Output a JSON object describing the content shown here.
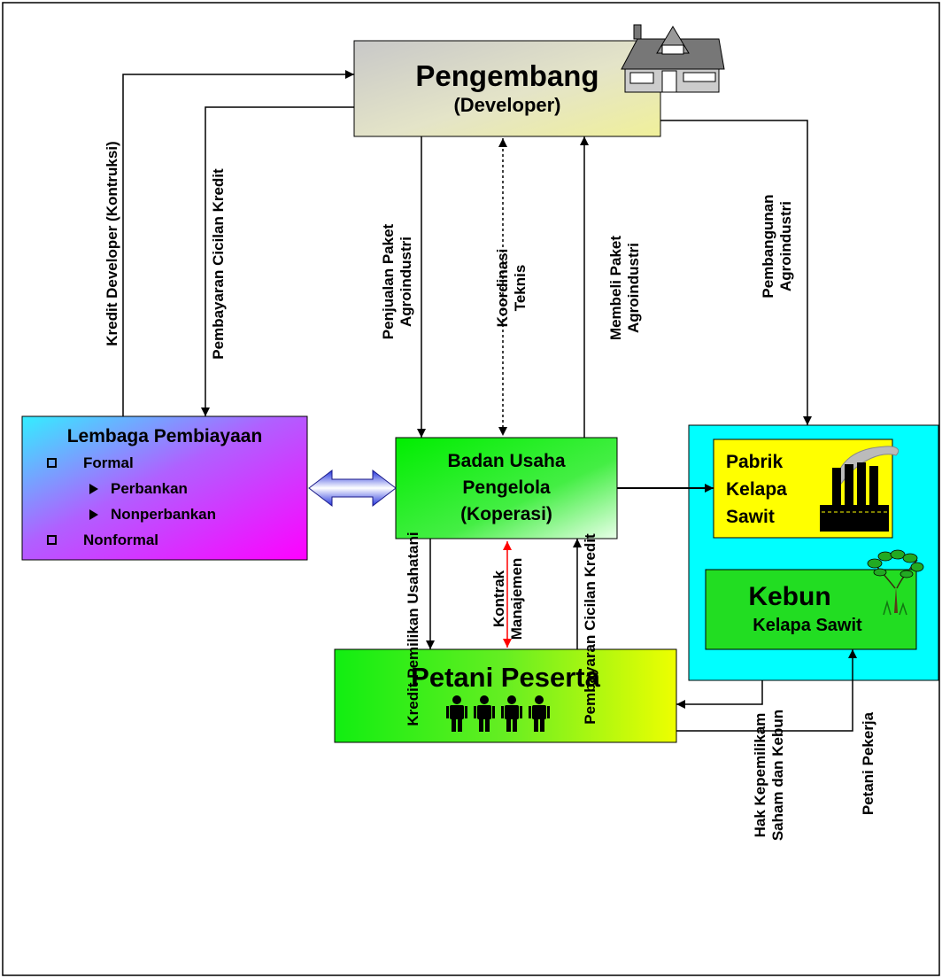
{
  "nodes": {
    "pengembang": {
      "title": "Pengembang",
      "subtitle": "(Developer)"
    },
    "lembaga": {
      "title": "Lembaga Pembiayaan",
      "items": [
        {
          "level": 1,
          "text": "Formal"
        },
        {
          "level": 2,
          "text": "Perbankan"
        },
        {
          "level": 2,
          "text": "Nonperbankan"
        },
        {
          "level": 1,
          "text": "Nonformal"
        }
      ]
    },
    "badan": {
      "line1": "Badan Usaha",
      "line2": "Pengelola",
      "line3": "(Koperasi)"
    },
    "pabrik": {
      "line1": "Pabrik",
      "line2": "Kelapa",
      "line3": "Sawit"
    },
    "kebun": {
      "title": "Kebun",
      "subtitle": "Kelapa Sawit"
    },
    "petani": {
      "title": "Petani Peserta"
    }
  },
  "edges": {
    "kredit_developer": {
      "lines": [
        "Kredit Developer (Kontruksi)"
      ]
    },
    "pembayaran_cicilan_dev": {
      "lines": [
        "Pembayaran Cicilan Kredit"
      ]
    },
    "penjualan_paket": {
      "lines": [
        "Penjualan Paket",
        "Agroindustri"
      ]
    },
    "koordinasi": {
      "lines": [
        "Koordinasi",
        "Teknis"
      ]
    },
    "membeli_paket": {
      "lines": [
        "Membeli Paket",
        "Agroindustri"
      ]
    },
    "pembangunan": {
      "lines": [
        "Pembangunan",
        "Agroindustri"
      ]
    },
    "kredit_pemilikan": {
      "lines": [
        "Kredit Pemilikan Usahatani"
      ]
    },
    "kontrak": {
      "lines": [
        "Kontrak",
        "Manajemen"
      ]
    },
    "pembayaran_cicilan_petani": {
      "lines": [
        "Pembayaran Cicilan Kredit"
      ]
    },
    "hak": {
      "lines": [
        "Hak Kepemilikam",
        "Saham dan Kebun"
      ]
    },
    "petani_pekerja": {
      "lines": [
        "Petani Pekerja"
      ]
    }
  },
  "colors": {
    "arrow_dashed": "#000000",
    "arrow_red": "#ff0000",
    "double_arrow": "#3344dd",
    "plantation_bg": "#00ffff",
    "factory_bg": "#ffff00"
  }
}
